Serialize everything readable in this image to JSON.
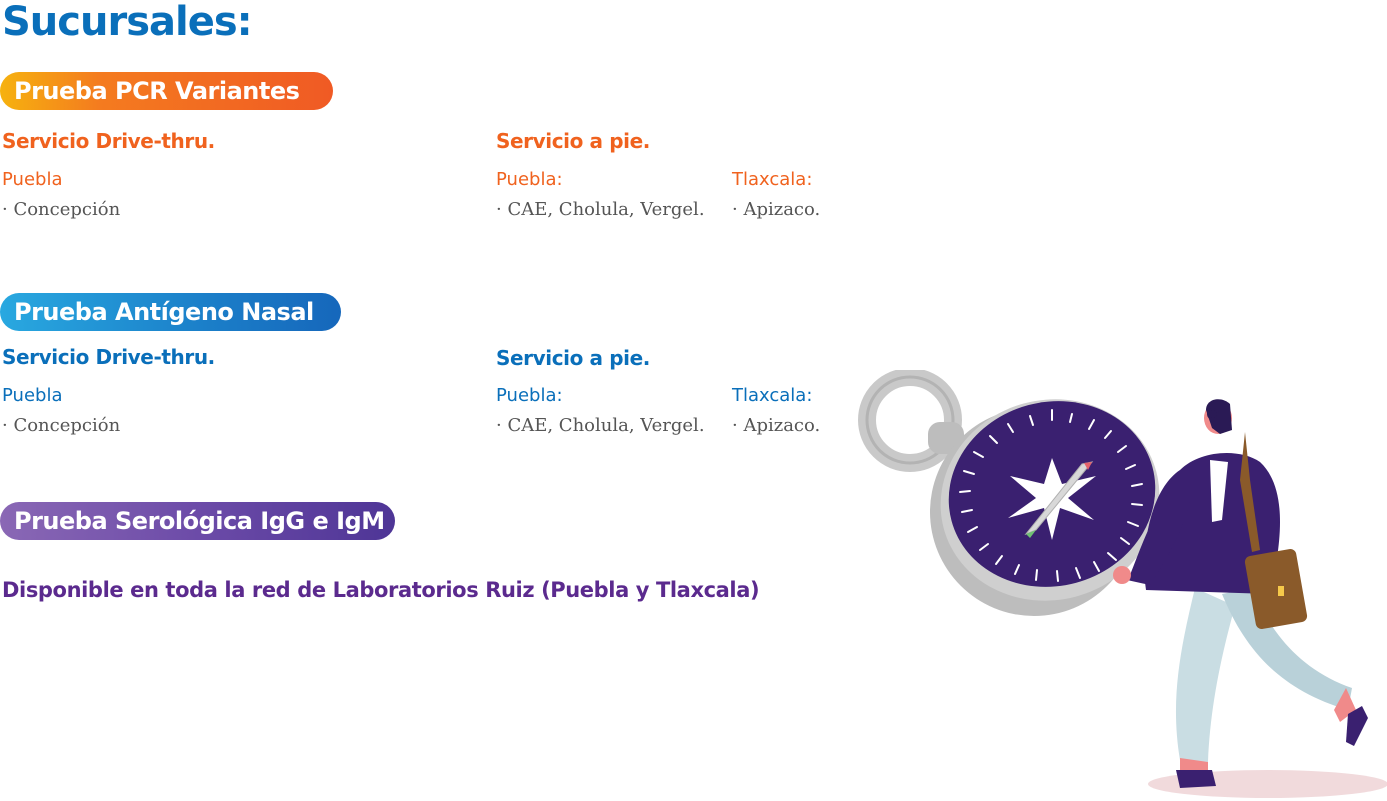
{
  "title": "Sucursales:",
  "sections": [
    {
      "pill": "Prueba PCR Variantes",
      "drive_thru": {
        "heading": "Servicio Drive-thru.",
        "city": "Puebla",
        "places": "· Concepción"
      },
      "a_pie": {
        "heading": "Servicio a pie.",
        "puebla_city": "Puebla:",
        "puebla_places": "· CAE, Cholula, Vergel.",
        "tlaxcala_city": "Tlaxcala:",
        "tlaxcala_places": "· Apizaco."
      }
    },
    {
      "pill": "Prueba Antígeno Nasal",
      "drive_thru": {
        "heading": "Servicio Drive-thru.",
        "city": "Puebla",
        "places": "· Concepción"
      },
      "a_pie": {
        "heading": "Servicio a pie.",
        "puebla_city": "Puebla:",
        "puebla_places": "· CAE, Cholula, Vergel.",
        "tlaxcala_city": "Tlaxcala:",
        "tlaxcala_places": "· Apizaco."
      }
    },
    {
      "pill": "Prueba Serológica IgG e IgM",
      "note": "Disponible en toda la red de Laboratorios Ruiz (Puebla y Tlaxcala)"
    }
  ],
  "colors": {
    "title_blue": "#0a6fba",
    "pcr_orange": "#f0621e",
    "antigen_blue": "#0a6fba",
    "serology_purple": "#5b2a8e",
    "place_gray": "#555555"
  },
  "illustration": "man-carrying-compass-illustration"
}
